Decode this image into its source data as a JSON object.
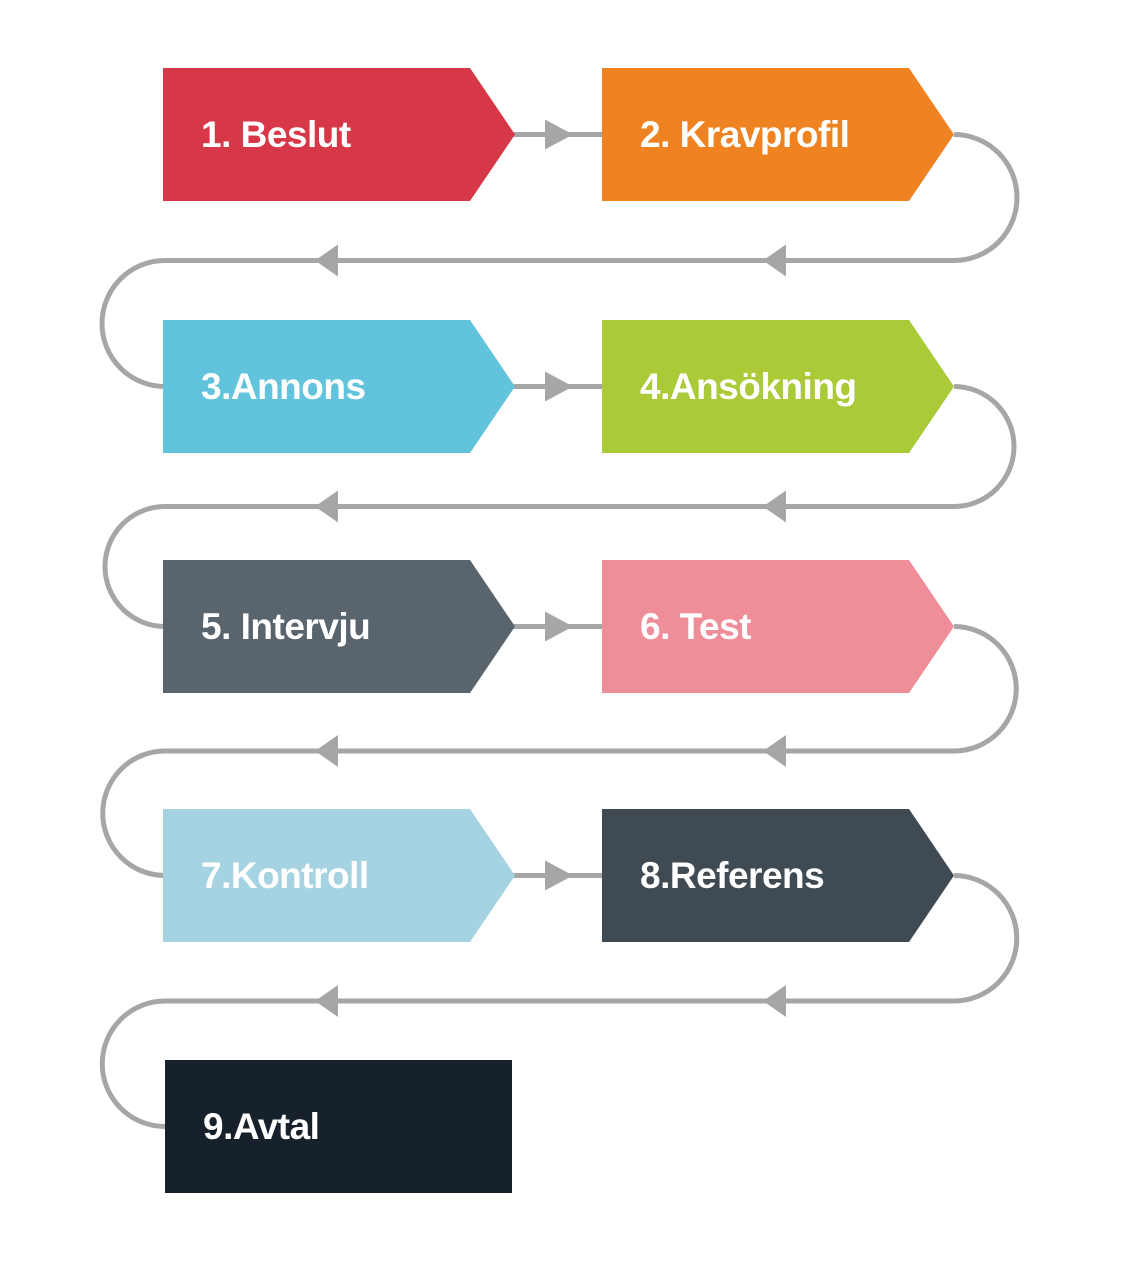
{
  "canvas": {
    "background": "#ffffff"
  },
  "connectors": {
    "color": "#a6a6a6"
  },
  "steps": [
    {
      "label": "1. Beslut",
      "color": "#d73848"
    },
    {
      "label": "2. Kravprofil",
      "color": "#ef8322"
    },
    {
      "label": "3.Annons",
      "color": "#62c4dc"
    },
    {
      "label": "4.Ansökning",
      "color": "#aaca38"
    },
    {
      "label": "5. Intervju",
      "color": "#5a646d"
    },
    {
      "label": "6. Test",
      "color": "#ef8d99"
    },
    {
      "label": "7.Kontroll",
      "color": "#a5d3e2"
    },
    {
      "label": "8.Referens",
      "color": "#3f4a53"
    },
    {
      "label": "9.Avtal",
      "color": "#16212b"
    }
  ]
}
